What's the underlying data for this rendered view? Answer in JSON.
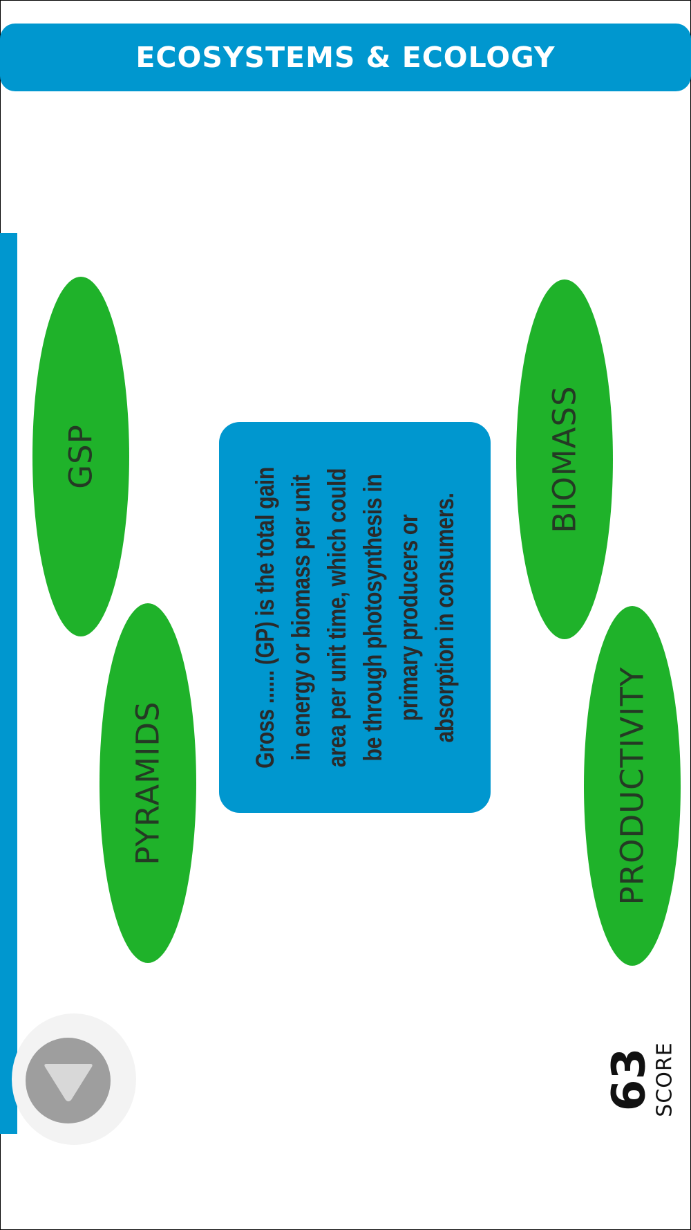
{
  "header": {
    "title": "ECOSYSTEMS & ECOLOGY"
  },
  "colors": {
    "accent": "#0097cf",
    "green": "#1fb22a"
  },
  "question": {
    "text": "Gross ...... (GP) is the total gain in energy or biomass per unit area per unit time, which could be through photosynthesis in primary producers or absorption in consumers."
  },
  "options": [
    {
      "label": "GSP"
    },
    {
      "label": "PYRAMIDS"
    },
    {
      "label": "BIOMASS"
    },
    {
      "label": "PRODUCTIVITY"
    }
  ],
  "score": {
    "value": "63",
    "label": "SCORE"
  },
  "controls": {
    "toggle_icon": "triangle-down-icon"
  }
}
